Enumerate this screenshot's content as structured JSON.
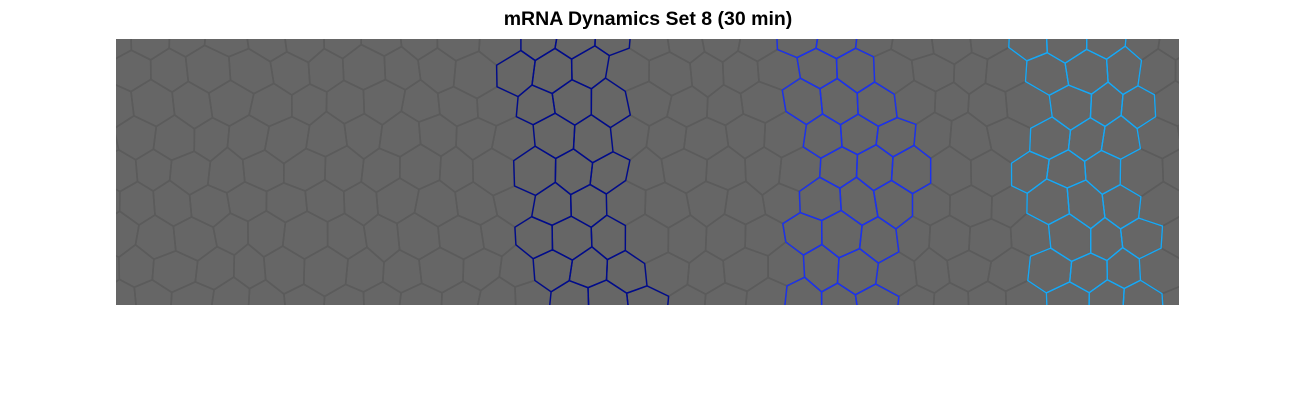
{
  "figure": {
    "title": "mRNA Dynamics Set 8 (30 min)"
  },
  "colors": {
    "background": "#ffffff",
    "tissue": "#666666",
    "cell_edge": "#5b5b5b",
    "stripe_1": "#000b8c",
    "stripe_2": "#1a31f0",
    "stripe_3": "#18a8f5"
  },
  "stripes": [
    {
      "name": "stripe-1",
      "color_key": "stripe_1"
    },
    {
      "name": "stripe-2",
      "color_key": "stripe_2"
    },
    {
      "name": "stripe-3",
      "color_key": "stripe_3"
    }
  ]
}
